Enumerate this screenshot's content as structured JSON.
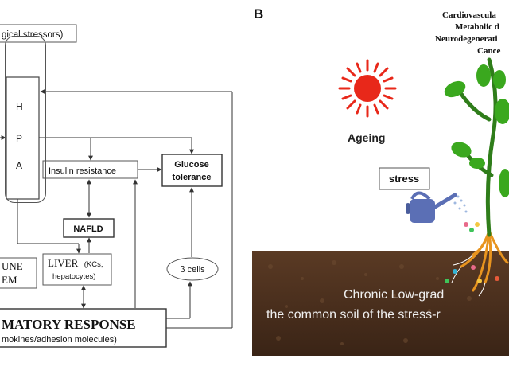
{
  "panel_a": {
    "stressors_label": "gical stressors)",
    "hpa": [
      "H",
      "P",
      "A"
    ],
    "insulin_resistance": "Insulin resistance",
    "glucose_tolerance": [
      "Glucose",
      "tolerance"
    ],
    "nafld": "NAFLD",
    "immune_system": [
      "UNE",
      "EM"
    ],
    "liver": "LIVER",
    "liver_kcs": "(KCs,",
    "liver_hepatocytes": "hepatocytes)",
    "beta_cells": "β  cells",
    "inflammatory_response": "MATORY RESPONSE",
    "inflammatory_subtext": "mokines/adhesion molecules)"
  },
  "panel_b": {
    "label": "B",
    "diseases": [
      "Cardiovascula",
      "Metabolic d",
      "Neurodegenerati",
      "Cance"
    ],
    "ageing": "Ageing",
    "stress": "stress",
    "soil_line1": "Chronic Low-grad",
    "soil_line2": "the common soil of the stress-r"
  },
  "colors": {
    "sun": "#e8281a",
    "soil": "#4a3020",
    "leaf": "#3aa81e",
    "stem": "#2f7d1a",
    "roots": "#e8941f",
    "can": "#5b6fb5"
  }
}
